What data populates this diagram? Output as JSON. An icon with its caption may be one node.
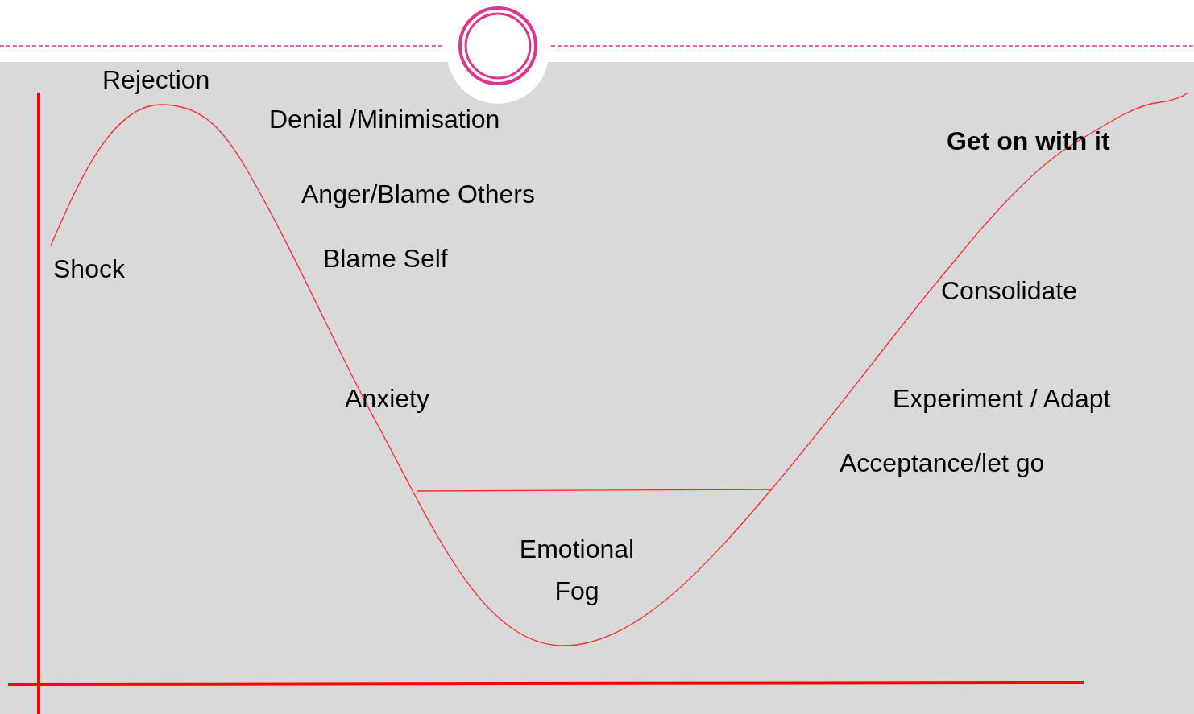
{
  "diagram": {
    "labels": [
      "Rejection",
      "Denial /Minimisation",
      "Get on with it",
      "Anger/Blame Others",
      "Blame Self",
      "Shock",
      "Consolidate",
      "Anxiety",
      "Experiment / Adapt",
      "Acceptance/let go",
      "Emotional Fog"
    ]
  }
}
